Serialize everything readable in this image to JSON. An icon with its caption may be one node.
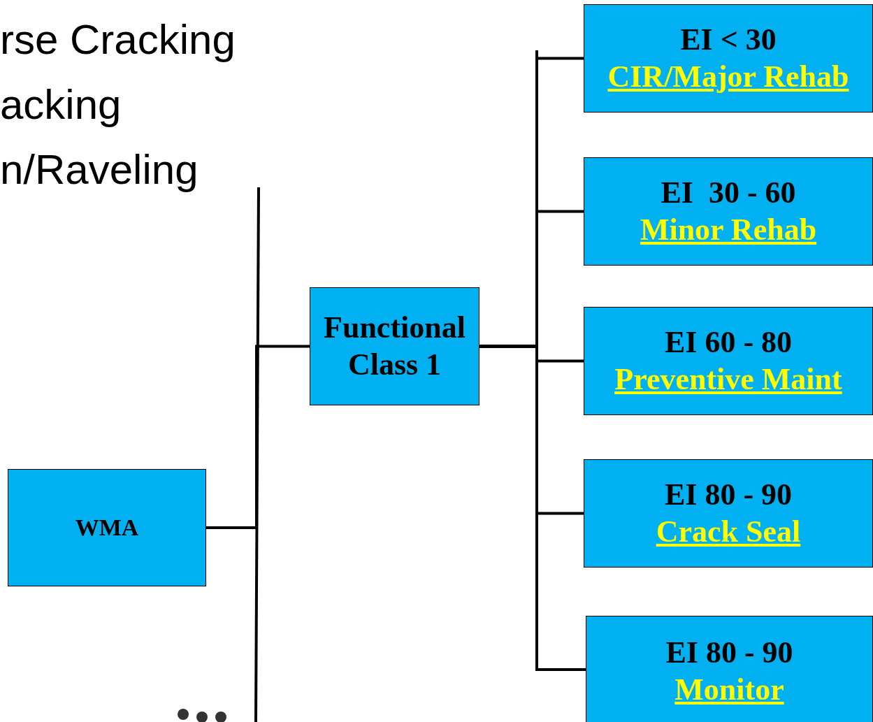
{
  "diagram": {
    "nodes": [
      {
        "text": [
          "WMA"
        ]
      },
      {
        "text": [
          "Functional Class 1"
        ]
      },
      {
        "text": [
          "EI < 30",
          "CIR/Major Rehab"
        ]
      },
      {
        "text": [
          "EI  30 - 60",
          "Minor Rehab"
        ]
      },
      {
        "text": [
          "EI 60 - 80",
          "Preventive Maint"
        ]
      },
      {
        "text": [
          "EI 80 - 90",
          "Crack Seal"
        ]
      },
      {
        "text": [
          "EI 80 - 90",
          "Monitor"
        ]
      }
    ],
    "edges": [
      {
        "from": 0,
        "to": 1,
        "arrow": "none"
      },
      {
        "from": 1,
        "to": 2,
        "arrow": "none"
      },
      {
        "from": 1,
        "to": 3,
        "arrow": "none"
      },
      {
        "from": 1,
        "to": 4,
        "arrow": "none"
      },
      {
        "from": 1,
        "to": 5,
        "arrow": "none"
      },
      {
        "from": 1,
        "to": 6,
        "arrow": "none"
      }
    ],
    "labels": [
      "rse Cracking",
      "acking",
      "n/Raveling"
    ]
  }
}
